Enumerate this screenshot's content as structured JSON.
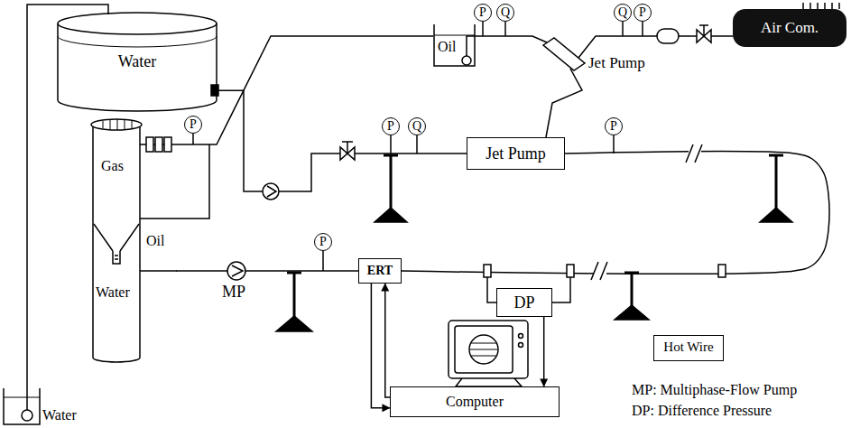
{
  "diagram": {
    "nodes": [
      {
        "text": [
          "Water"
        ]
      },
      {
        "text": [
          "Oil"
        ]
      },
      {
        "text": [
          "P"
        ]
      },
      {
        "text": [
          "Q"
        ]
      },
      {
        "text": [
          "Q"
        ]
      },
      {
        "text": [
          "P"
        ]
      },
      {
        "text": [
          "Air Com."
        ]
      },
      {
        "text": [
          "P"
        ]
      },
      {
        "text": [
          "Q"
        ]
      },
      {
        "text": [
          "P"
        ]
      },
      {
        "text": [
          "Jet Pump"
        ]
      },
      {
        "text": [
          "P"
        ]
      },
      {
        "text": [
          "Gas",
          "Oil",
          "Water"
        ]
      },
      {
        "text": [
          "P"
        ]
      },
      {
        "text": [
          "ERT"
        ]
      },
      {
        "text": [
          "DP"
        ]
      },
      {
        "text": [
          "Hot Wire"
        ]
      },
      {
        "text": [
          "Computer"
        ]
      }
    ],
    "edges": [
      {
        "from": 0,
        "to": 10,
        "arrow": "none"
      },
      {
        "from": 10,
        "to": 14,
        "arrow": "none"
      },
      {
        "from": 12,
        "to": 14,
        "arrow": "none"
      },
      {
        "from": 14,
        "to": 17,
        "arrow": "to"
      },
      {
        "from": 17,
        "to": 14,
        "arrow": "to"
      },
      {
        "from": 15,
        "to": 17,
        "arrow": "to"
      }
    ],
    "labels": [
      "Jet Pump",
      "MP",
      "Water",
      "MP: Multiphase-Flow Pump",
      "DP: Difference Pressure"
    ]
  }
}
